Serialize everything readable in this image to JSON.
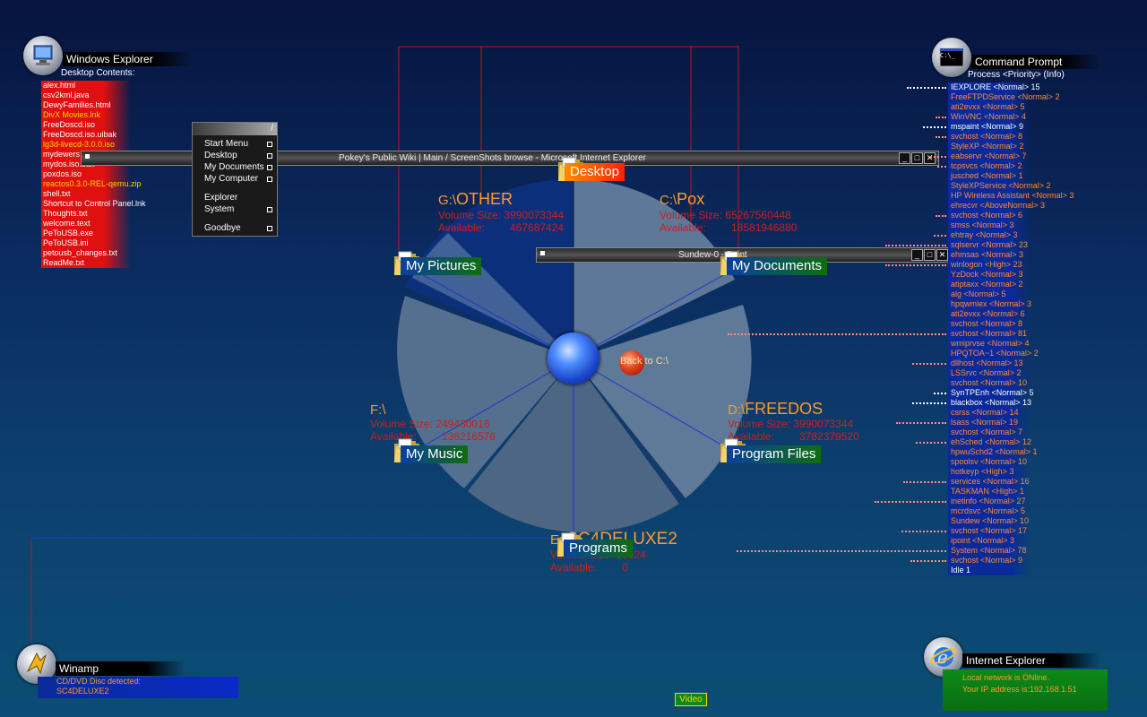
{
  "colors": {
    "accent_red": "#e01010",
    "process_blue": "#0a2a9a",
    "drive_orange": "#ff9a2a",
    "drive_red": "#c8201e",
    "label_green": "#0f6d10"
  },
  "explorer": {
    "title": "Windows Explorer",
    "heading": "Desktop Contents:",
    "icon": "computer-icon",
    "files": [
      "alex.html",
      "csv2kml.java",
      "DewyFamilies.html",
      "DivX Movies.lnk",
      "FreeDoscd.iso",
      "FreeDoscd.iso.uibak",
      "lg3d-livecd-3.0.0.iso",
      "mydewers",
      "mydos.iso.bak",
      "poxdos.iso",
      "reactos0.3.0-REL-qemu.zip",
      "shell.txt",
      "Shortcut to Control Panel.lnk",
      "Thoughts.txt",
      "welcome.text",
      "PeToUSB.exe",
      "PeToUSB.ini",
      "petousb_changes.txt",
      "ReadMe.txt"
    ]
  },
  "start_menu": {
    "bar": "/",
    "items": [
      "Start Menu",
      "Desktop",
      "My Documents",
      "My Computer",
      "Explorer",
      "System",
      "Goodbye"
    ]
  },
  "ie_window": {
    "title": "Pokey's Public Wiki | Main / ScreenShots browse - Microsoft Internet Explorer"
  },
  "paint_window": {
    "title": "Sundew-0 - Paint"
  },
  "window_buttons": {
    "min": "_",
    "max": "□",
    "close": "✕"
  },
  "drives": [
    {
      "id": "g",
      "letter": "G:\\",
      "name": "OTHER",
      "size_label": "Volume Size:",
      "size": "3990073344",
      "avail_label": "Available:",
      "avail": "467687424"
    },
    {
      "id": "c",
      "letter": "C:\\",
      "name": "Pox",
      "size_label": "Volume Size:",
      "size": "65267560448",
      "avail_label": "Available:",
      "avail": "18581946880"
    },
    {
      "id": "f",
      "letter": "F:\\",
      "name": "",
      "size_label": "Volume Size:",
      "size": "249430016",
      "avail_label": "Available:",
      "avail": "136216576"
    },
    {
      "id": "d",
      "letter": "D:\\",
      "name": "FREEDOS",
      "size_label": "Volume Size:",
      "size": "3990073344",
      "avail_label": "Available:",
      "avail": "3782379520"
    },
    {
      "id": "e",
      "letter": "E:\\",
      "name": "SC4DELUXE2",
      "size_label": "Volume Size:",
      "size": "38624",
      "avail_label": "Available:",
      "avail": "0"
    }
  ],
  "folders": [
    "Desktop",
    "My Pictures",
    "My Documents",
    "My Music",
    "Program Files",
    "Programs"
  ],
  "center": {
    "back_label": "Back to C:\\"
  },
  "cmd": {
    "title": "Command Prompt",
    "icon": "command-prompt-icon",
    "icon_text": "C:\\_",
    "header": "Process <Priority> (Info)",
    "processes": [
      {
        "t": "IEXPLORE <Normal> 15",
        "hi": true
      },
      {
        "t": "FreeFTPDService <Normal> 2"
      },
      {
        "t": "ati2evxx <Normal> 5"
      },
      {
        "t": "WinVNC <Normal> 4"
      },
      {
        "t": "mspaint <Normal> 9",
        "hi": true
      },
      {
        "t": "svchost <Normal> 8"
      },
      {
        "t": "StyleXP <Normal> 2"
      },
      {
        "t": "eabservr <Normal> 7"
      },
      {
        "t": "tcpsvcs <Normal> 2"
      },
      {
        "t": "jusched <Normal> 1"
      },
      {
        "t": "StyleXPService <Normal> 2"
      },
      {
        "t": "HP Wireless Assistant <Normal> 3"
      },
      {
        "t": "ehrecvr <AboveNormal> 3"
      },
      {
        "t": "svchost <Normal> 6"
      },
      {
        "t": "smss <Normal> 3"
      },
      {
        "t": "ehtray <Normal> 3"
      },
      {
        "t": "sqlservr <Normal> 23"
      },
      {
        "t": "ehmsas <Normal> 3"
      },
      {
        "t": "winlogon <High> 23"
      },
      {
        "t": "YzDock <Normal> 3"
      },
      {
        "t": "atiptaxx <Normal> 2"
      },
      {
        "t": "alg <Normal> 5"
      },
      {
        "t": "hpqwmiex <Normal> 3"
      },
      {
        "t": "ati2evxx <Normal> 6"
      },
      {
        "t": "svchost <Normal> 8"
      },
      {
        "t": "svchost <Normal> 81"
      },
      {
        "t": "wmiprvse <Normal> 4"
      },
      {
        "t": "HPQTOA~1 <Normal> 2"
      },
      {
        "t": "dllhost <Normal> 13"
      },
      {
        "t": "LSSrvc <Normal> 2"
      },
      {
        "t": "svchost <Normal> 10"
      },
      {
        "t": "SynTPEnh <Normal> 5",
        "hi": true
      },
      {
        "t": "blackbox <Normal> 13",
        "hi": true
      },
      {
        "t": "csrss <Normal> 14"
      },
      {
        "t": "lsass <Normal> 19"
      },
      {
        "t": "svchost <Normal> 7"
      },
      {
        "t": "ehSched <Normal> 12"
      },
      {
        "t": "hpwuSchd2 <Normal> 1"
      },
      {
        "t": "spoolsv <Normal> 10"
      },
      {
        "t": "hotkeyp <High> 3"
      },
      {
        "t": "services <Normal> 16"
      },
      {
        "t": "TASKMAN <High> 1"
      },
      {
        "t": "inetinfo <Normal> 27"
      },
      {
        "t": "mcrdsvc <Normal> 5"
      },
      {
        "t": "Sundew <Normal> 10"
      },
      {
        "t": "svchost <Normal> 17"
      },
      {
        "t": "ipoint <Normal> 3"
      },
      {
        "t": "System <Normal> 78"
      },
      {
        "t": "svchost <Normal> 9"
      },
      {
        "t": "Idle 1",
        "hi": true
      }
    ]
  },
  "winamp": {
    "title": "Winamp",
    "icon": "winamp-icon",
    "line1": "CD/DVD Disc detected:",
    "line2": "SC4DELUXE2"
  },
  "ie_widget": {
    "title": "Internet Explorer",
    "icon": "internet-explorer-icon",
    "line1": "Local network is ONline.",
    "line2": "Your IP address is:192.168.1.51"
  },
  "video_button": "Video"
}
